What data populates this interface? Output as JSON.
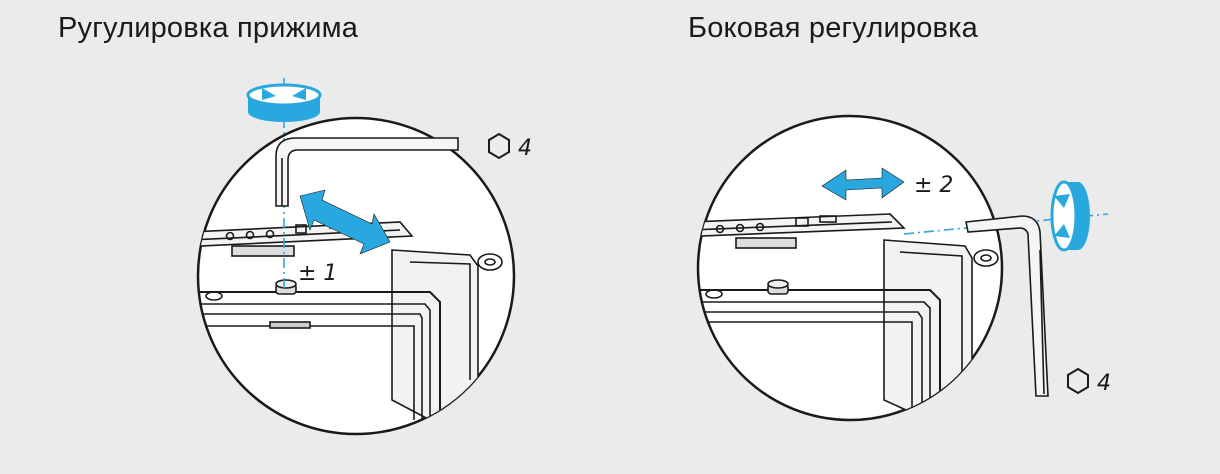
{
  "left_panel": {
    "title": "Ругулировка прижима",
    "adjust_label": "± 1",
    "hex_key_size": "4"
  },
  "right_panel": {
    "title": "Боковая регулировка",
    "adjust_label": "± 2",
    "hex_key_size": "4"
  },
  "colors": {
    "background": "#ebebeb",
    "accent": "#29a8e0",
    "line": "#1a1a1a"
  }
}
